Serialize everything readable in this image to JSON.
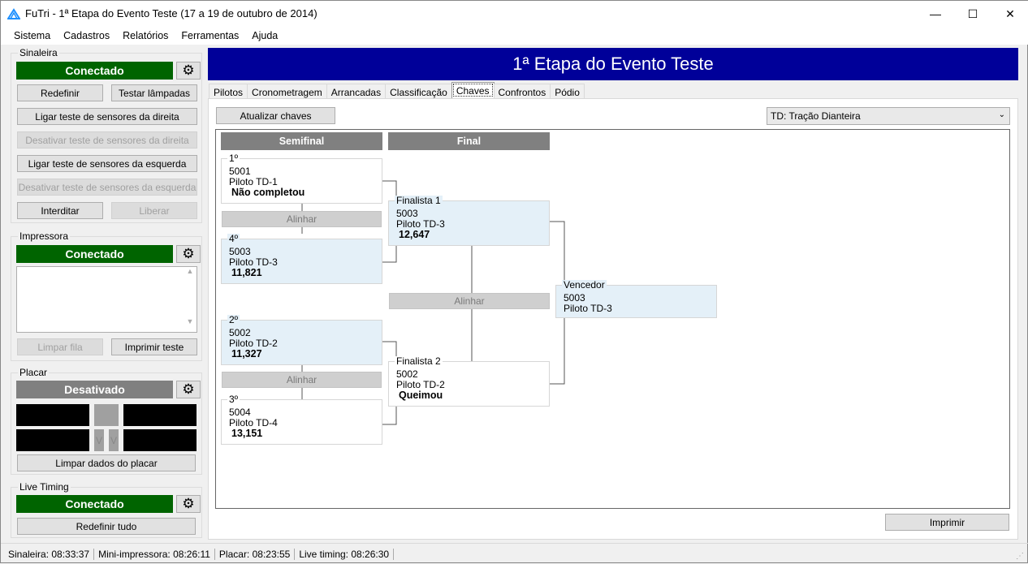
{
  "window": {
    "title": "FuTri - 1ª Etapa do Evento Teste (17 a 19 de outubro de 2014)",
    "minimize": "—",
    "maximize": "☐",
    "close": "✕"
  },
  "menu": [
    "Sistema",
    "Cadastros",
    "Relatórios",
    "Ferramentas",
    "Ajuda"
  ],
  "sinaleira": {
    "label": "Sinaleira",
    "status": "Conectado",
    "redefinir": "Redefinir",
    "testar": "Testar lâmpadas",
    "ligar_dir": "Ligar teste de sensores da direita",
    "desativar_dir": "Desativar teste de sensores da direita",
    "ligar_esq": "Ligar teste de sensores da esquerda",
    "desativar_esq": "Desativar teste de sensores da esquerda",
    "interditar": "Interditar",
    "liberar": "Liberar"
  },
  "impressora": {
    "label": "Impressora",
    "status": "Conectado",
    "limpar": "Limpar fila",
    "imprimir_teste": "Imprimir teste"
  },
  "placar": {
    "label": "Placar",
    "status": "Desativado",
    "v1": "V",
    "v2": "V",
    "limpar": "Limpar dados do placar"
  },
  "live": {
    "label": "Live Timing",
    "status": "Conectado",
    "redefinir": "Redefinir tudo"
  },
  "header": "1ª Etapa do Evento Teste",
  "tabs": [
    "Pilotos",
    "Cronometragem",
    "Arrancadas",
    "Classificação",
    "Chaves",
    "Confrontos",
    "Pódio"
  ],
  "active_tab": "Chaves",
  "chaves": {
    "atualizar": "Atualizar chaves",
    "categoria": "TD: Tração Dianteira",
    "imprimir": "Imprimir",
    "semifinal": "Semifinal",
    "final": "Final",
    "alinhar": "Alinhar",
    "s1": {
      "pos": "1º",
      "num": "5001",
      "piloto": "Piloto TD-1",
      "res": "Não completou"
    },
    "s4": {
      "pos": "4º",
      "num": "5003",
      "piloto": "Piloto TD-3",
      "res": "11,821"
    },
    "s2": {
      "pos": "2º",
      "num": "5002",
      "piloto": "Piloto TD-2",
      "res": "11,327"
    },
    "s3": {
      "pos": "3º",
      "num": "5004",
      "piloto": "Piloto TD-4",
      "res": "13,151"
    },
    "f1": {
      "pos": "Finalista 1",
      "num": "5003",
      "piloto": "Piloto TD-3",
      "res": "12,647"
    },
    "f2": {
      "pos": "Finalista 2",
      "num": "5002",
      "piloto": "Piloto TD-2",
      "res": "Queimou"
    },
    "v": {
      "pos": "Vencedor",
      "num": "5003",
      "piloto": "Piloto TD-3"
    }
  },
  "statusbar": [
    "Sinaleira: 08:33:37",
    "Mini-impressora: 08:26:11",
    "Placar: 08:23:55",
    "Live timing: 08:26:30"
  ],
  "colors": {
    "green": "#006400",
    "blue": "#000099",
    "gray": "#808080",
    "light_blue": "#e4f0f8"
  }
}
